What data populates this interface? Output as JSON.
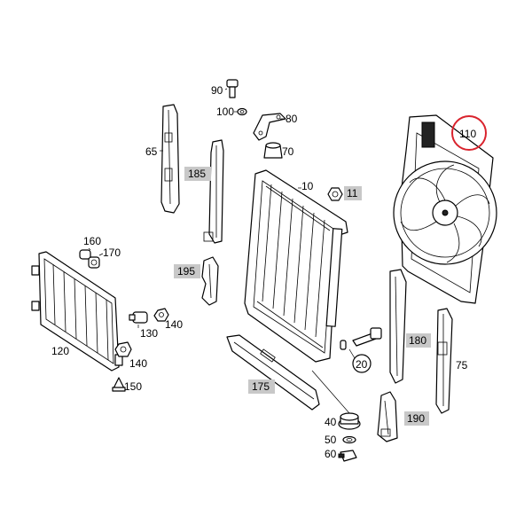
{
  "labels": {
    "p10": "10",
    "p11": "11",
    "p20": "20",
    "p40": "40",
    "p50": "50",
    "p60": "60",
    "p65": "65",
    "p70": "70",
    "p75": "75",
    "p80": "80",
    "p90": "90",
    "p100": "100",
    "p110": "110",
    "p120": "120",
    "p130": "130",
    "p140a": "140",
    "p140b": "140",
    "p150": "150",
    "p160": "160",
    "p170": "170",
    "p175": "175",
    "p180": "180",
    "p185": "185",
    "p190": "190",
    "p195": "195"
  },
  "colors": {
    "highlight": "#d9232d",
    "label_box": "#c8c8c8",
    "line": "#000000"
  }
}
